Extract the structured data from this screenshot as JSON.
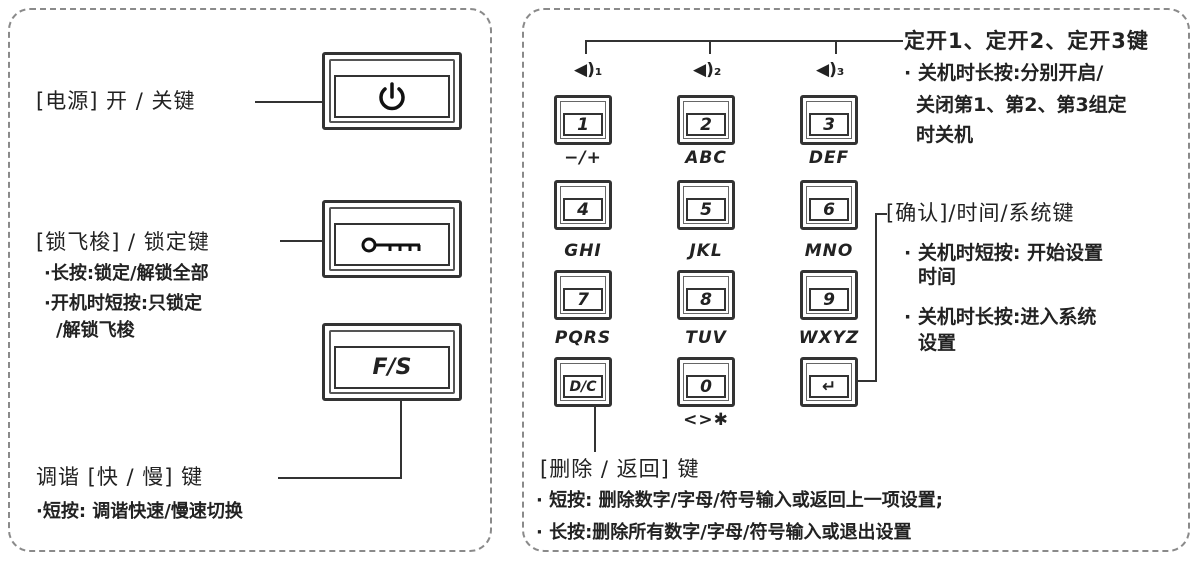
{
  "left": {
    "power_label": "[电源] 开 / 关键",
    "lock_label": "[锁飞梭]  / 锁定键",
    "lock_notes": [
      "·长按:锁定/解锁全部",
      "·开机时短按:只锁定",
      "/解锁飞梭"
    ],
    "fs_key": "F/S",
    "fs_label": "调谐 [快 / 慢] 键",
    "fs_note": "·短按: 调谐快速/慢速切换"
  },
  "right": {
    "timer_label": "定开1、定开2、定开3键",
    "timer_notes": [
      "· 关机时长按:分别开启/",
      "关闭第1、第2、第3组定",
      "时关机"
    ],
    "speakers": [
      "◀)₁",
      "◀)₂",
      "◀)₃"
    ],
    "keys": [
      {
        "face": "1",
        "sub": "−/+"
      },
      {
        "face": "2",
        "sub": "ABC"
      },
      {
        "face": "3",
        "sub": "DEF"
      },
      {
        "face": "4",
        "sub": "GHI"
      },
      {
        "face": "5",
        "sub": "JKL"
      },
      {
        "face": "6",
        "sub": "MNO"
      },
      {
        "face": "7",
        "sub": "PQRS"
      },
      {
        "face": "8",
        "sub": "TUV"
      },
      {
        "face": "9",
        "sub": "WXYZ"
      },
      {
        "face": "D/C",
        "sub": ""
      },
      {
        "face": "0",
        "sub": "<>✱"
      },
      {
        "face": "↵",
        "sub": ""
      }
    ],
    "confirm_label": "[确认]/时间/系统键",
    "confirm_notes": [
      "· 关机时短按: 开始设置",
      "时间",
      "· 关机时长按:进入系统",
      "设置"
    ],
    "delete_label": "[删除 / 返回] 键",
    "delete_notes": [
      "· 短按: 删除数字/字母/符号输入或返回上一项设置;",
      "· 长按:删除所有数字/字母/符号输入或退出设置"
    ]
  }
}
